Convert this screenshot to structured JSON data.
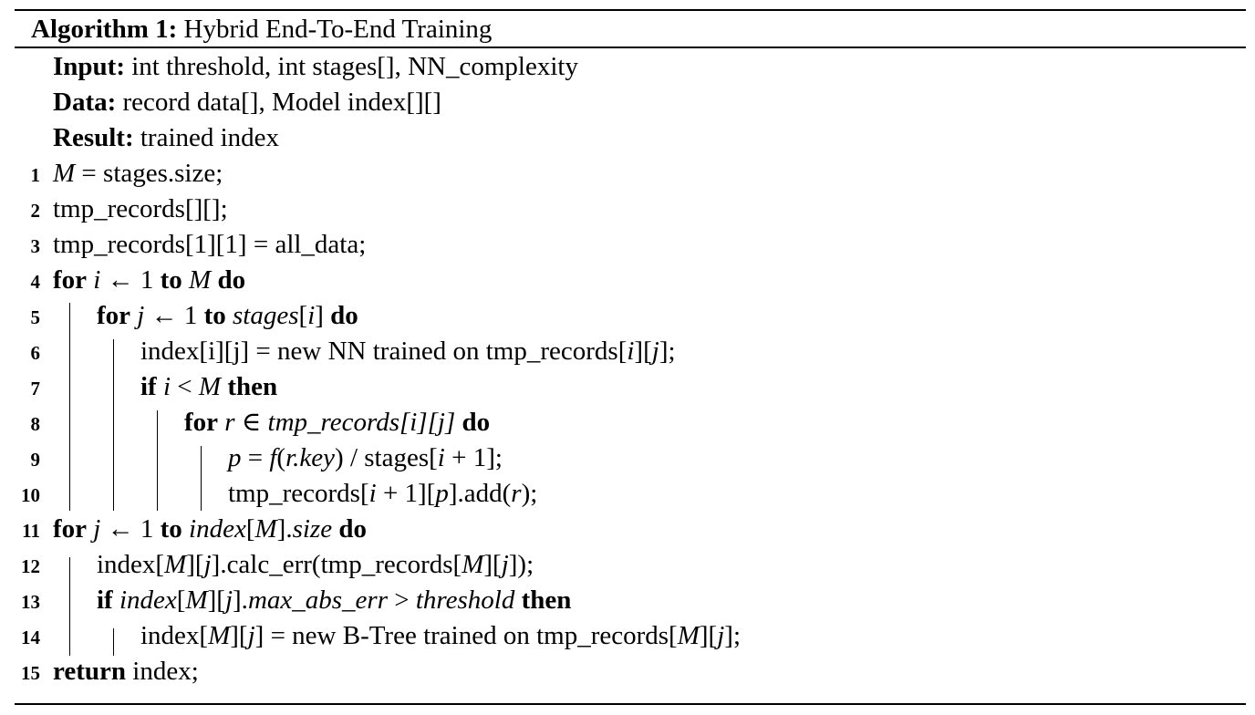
{
  "algorithm": {
    "label": "Algorithm 1:",
    "name": "Hybrid End-To-End Training"
  },
  "header": {
    "input_kw": "Input:",
    "input_text": "int threshold, int stages[], NN_complexity",
    "data_kw": "Data:",
    "data_text": "record data[], Model index[][]",
    "result_kw": "Result:",
    "result_text": "trained index"
  },
  "lines": [
    {
      "num": "1",
      "indent": 0,
      "parts": [
        {
          "t": "M",
          "s": "it"
        },
        {
          "t": " = stages.size;",
          "s": ""
        }
      ]
    },
    {
      "num": "2",
      "indent": 0,
      "parts": [
        {
          "t": "tmp_records[][];",
          "s": ""
        }
      ]
    },
    {
      "num": "3",
      "indent": 0,
      "parts": [
        {
          "t": "tmp_records[1][1] = all_data;",
          "s": ""
        }
      ]
    },
    {
      "num": "4",
      "indent": 0,
      "parts": [
        {
          "t": "for",
          "s": "kw"
        },
        {
          "t": " ",
          "s": ""
        },
        {
          "t": "i",
          "s": "it"
        },
        {
          "t": " ← 1 ",
          "s": ""
        },
        {
          "t": "to",
          "s": "kw"
        },
        {
          "t": " ",
          "s": ""
        },
        {
          "t": "M",
          "s": "it"
        },
        {
          "t": " ",
          "s": ""
        },
        {
          "t": "do",
          "s": "kw"
        }
      ]
    },
    {
      "num": "5",
      "indent": 1,
      "parts": [
        {
          "t": "for",
          "s": "kw"
        },
        {
          "t": " ",
          "s": ""
        },
        {
          "t": "j",
          "s": "it"
        },
        {
          "t": " ← 1 ",
          "s": ""
        },
        {
          "t": "to",
          "s": "kw"
        },
        {
          "t": " ",
          "s": ""
        },
        {
          "t": "stages",
          "s": "it"
        },
        {
          "t": "[",
          "s": ""
        },
        {
          "t": "i",
          "s": "it"
        },
        {
          "t": "] ",
          "s": ""
        },
        {
          "t": "do",
          "s": "kw"
        }
      ]
    },
    {
      "num": "6",
      "indent": 2,
      "parts": [
        {
          "t": "index[i][j] = new NN trained on tmp_records[",
          "s": ""
        },
        {
          "t": "i",
          "s": "it"
        },
        {
          "t": "][",
          "s": ""
        },
        {
          "t": "j",
          "s": "it"
        },
        {
          "t": "];",
          "s": ""
        }
      ]
    },
    {
      "num": "7",
      "indent": 2,
      "parts": [
        {
          "t": "if",
          "s": "kw"
        },
        {
          "t": " ",
          "s": ""
        },
        {
          "t": "i",
          "s": "it"
        },
        {
          "t": " < ",
          "s": ""
        },
        {
          "t": "M",
          "s": "it"
        },
        {
          "t": " ",
          "s": ""
        },
        {
          "t": "then",
          "s": "kw"
        }
      ]
    },
    {
      "num": "8",
      "indent": 3,
      "parts": [
        {
          "t": "for",
          "s": "kw"
        },
        {
          "t": " ",
          "s": ""
        },
        {
          "t": "r",
          "s": "it"
        },
        {
          "t": " ∈ ",
          "s": ""
        },
        {
          "t": "tmp_records[i][j]",
          "s": "it"
        },
        {
          "t": " ",
          "s": ""
        },
        {
          "t": "do",
          "s": "kw"
        }
      ]
    },
    {
      "num": "9",
      "indent": 4,
      "parts": [
        {
          "t": "p",
          "s": "it"
        },
        {
          "t": " = ",
          "s": ""
        },
        {
          "t": "f",
          "s": "it"
        },
        {
          "t": "(",
          "s": ""
        },
        {
          "t": "r.key",
          "s": "it"
        },
        {
          "t": ") / stages[",
          "s": ""
        },
        {
          "t": "i",
          "s": "it"
        },
        {
          "t": " + 1];",
          "s": ""
        }
      ]
    },
    {
      "num": "10",
      "indent": 4,
      "parts": [
        {
          "t": "tmp_records[",
          "s": ""
        },
        {
          "t": "i",
          "s": "it"
        },
        {
          "t": " + 1][",
          "s": ""
        },
        {
          "t": "p",
          "s": "it"
        },
        {
          "t": "].add(",
          "s": ""
        },
        {
          "t": "r",
          "s": "it"
        },
        {
          "t": ");",
          "s": ""
        }
      ]
    },
    {
      "num": "11",
      "indent": 0,
      "parts": [
        {
          "t": "for",
          "s": "kw"
        },
        {
          "t": " ",
          "s": ""
        },
        {
          "t": "j",
          "s": "it"
        },
        {
          "t": " ← 1 ",
          "s": ""
        },
        {
          "t": "to",
          "s": "kw"
        },
        {
          "t": " ",
          "s": ""
        },
        {
          "t": "index",
          "s": "it"
        },
        {
          "t": "[",
          "s": ""
        },
        {
          "t": "M",
          "s": "it"
        },
        {
          "t": "].",
          "s": ""
        },
        {
          "t": "size",
          "s": "it"
        },
        {
          "t": " ",
          "s": ""
        },
        {
          "t": "do",
          "s": "kw"
        }
      ]
    },
    {
      "num": "12",
      "indent": 1,
      "parts": [
        {
          "t": "index[",
          "s": ""
        },
        {
          "t": "M",
          "s": "it"
        },
        {
          "t": "][",
          "s": ""
        },
        {
          "t": "j",
          "s": "it"
        },
        {
          "t": "].calc_err(tmp_records[",
          "s": ""
        },
        {
          "t": "M",
          "s": "it"
        },
        {
          "t": "][",
          "s": ""
        },
        {
          "t": "j",
          "s": "it"
        },
        {
          "t": "]);",
          "s": ""
        }
      ]
    },
    {
      "num": "13",
      "indent": 1,
      "parts": [
        {
          "t": "if",
          "s": "kw"
        },
        {
          "t": " ",
          "s": ""
        },
        {
          "t": "index",
          "s": "it"
        },
        {
          "t": "[",
          "s": ""
        },
        {
          "t": "M",
          "s": "it"
        },
        {
          "t": "][",
          "s": ""
        },
        {
          "t": "j",
          "s": "it"
        },
        {
          "t": "].",
          "s": ""
        },
        {
          "t": "max_abs_err",
          "s": "it"
        },
        {
          "t": " > ",
          "s": ""
        },
        {
          "t": "threshold",
          "s": "it"
        },
        {
          "t": " ",
          "s": ""
        },
        {
          "t": "then",
          "s": "kw"
        }
      ]
    },
    {
      "num": "14",
      "indent": 2,
      "parts": [
        {
          "t": "index[",
          "s": ""
        },
        {
          "t": "M",
          "s": "it"
        },
        {
          "t": "][",
          "s": ""
        },
        {
          "t": "j",
          "s": "it"
        },
        {
          "t": "] = new B-Tree trained on tmp_records[",
          "s": ""
        },
        {
          "t": "M",
          "s": "it"
        },
        {
          "t": "][",
          "s": ""
        },
        {
          "t": "j",
          "s": "it"
        },
        {
          "t": "];",
          "s": ""
        }
      ]
    },
    {
      "num": "15",
      "indent": 0,
      "parts": [
        {
          "t": "return",
          "s": "kw"
        },
        {
          "t": " index;",
          "s": ""
        }
      ]
    }
  ]
}
